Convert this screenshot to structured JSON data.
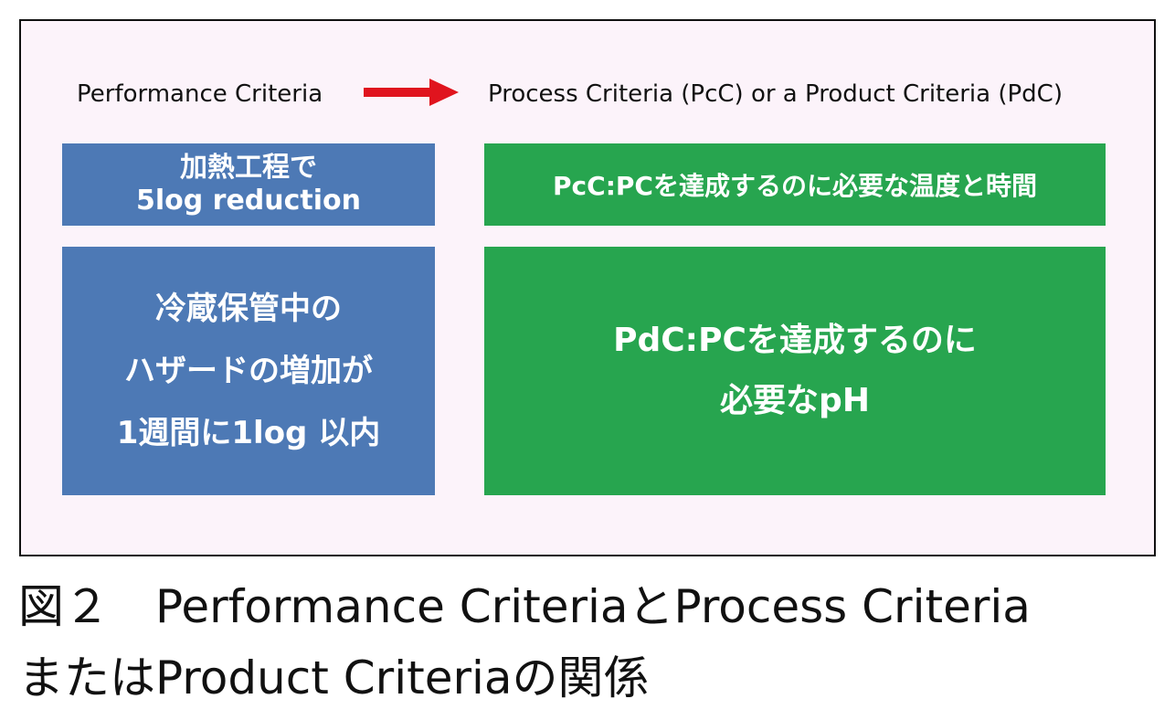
{
  "header": {
    "left": "Performance Criteria",
    "right": "Process Criteria (PcC)  or a Product Criteria (PdC)"
  },
  "colors": {
    "frame_bg": "#fcf3fa",
    "blue": "#4d79b5",
    "green": "#27a54f",
    "arrow": "#e0141e"
  },
  "boxes": {
    "blue_top": {
      "line1": "加熱工程で",
      "line2": "5log reduction"
    },
    "green_top": {
      "text": "PcC:PCを達成するのに必要な温度と時間"
    },
    "blue_bottom": {
      "line1": "冷蔵保管中の",
      "line2": "ハザードの増加が",
      "line3": "1週間に1log 以内"
    },
    "green_bottom": {
      "line1": "PdC:PCを達成するのに",
      "line2": "必要なpH"
    }
  },
  "caption": {
    "line1": "図２　Performance CriteriaとProcess Criteria",
    "line2": "またはProduct Criteriaの関係"
  }
}
